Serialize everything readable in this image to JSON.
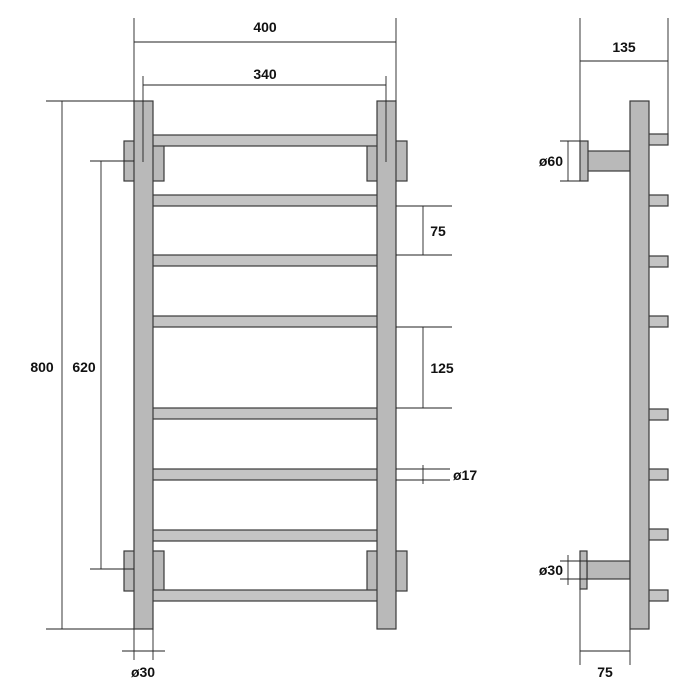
{
  "diagram": {
    "front_view": {
      "dim_overall_width": "400",
      "dim_axis_width": "340",
      "dim_overall_height": "800",
      "dim_axis_height": "620",
      "dim_bar_spacing_small": "75",
      "dim_bar_spacing_large": "125",
      "dim_bar_diameter": "ø17",
      "dim_rail_diameter": "ø30"
    },
    "side_view": {
      "dim_depth": "135",
      "dim_flange_large": "ø60",
      "dim_flange_small": "ø30",
      "dim_wall_offset": "75"
    },
    "colors": {
      "part_fill": "#b9b9b9",
      "outline": "#3a3a3a",
      "dimension_line": "#222222"
    }
  }
}
